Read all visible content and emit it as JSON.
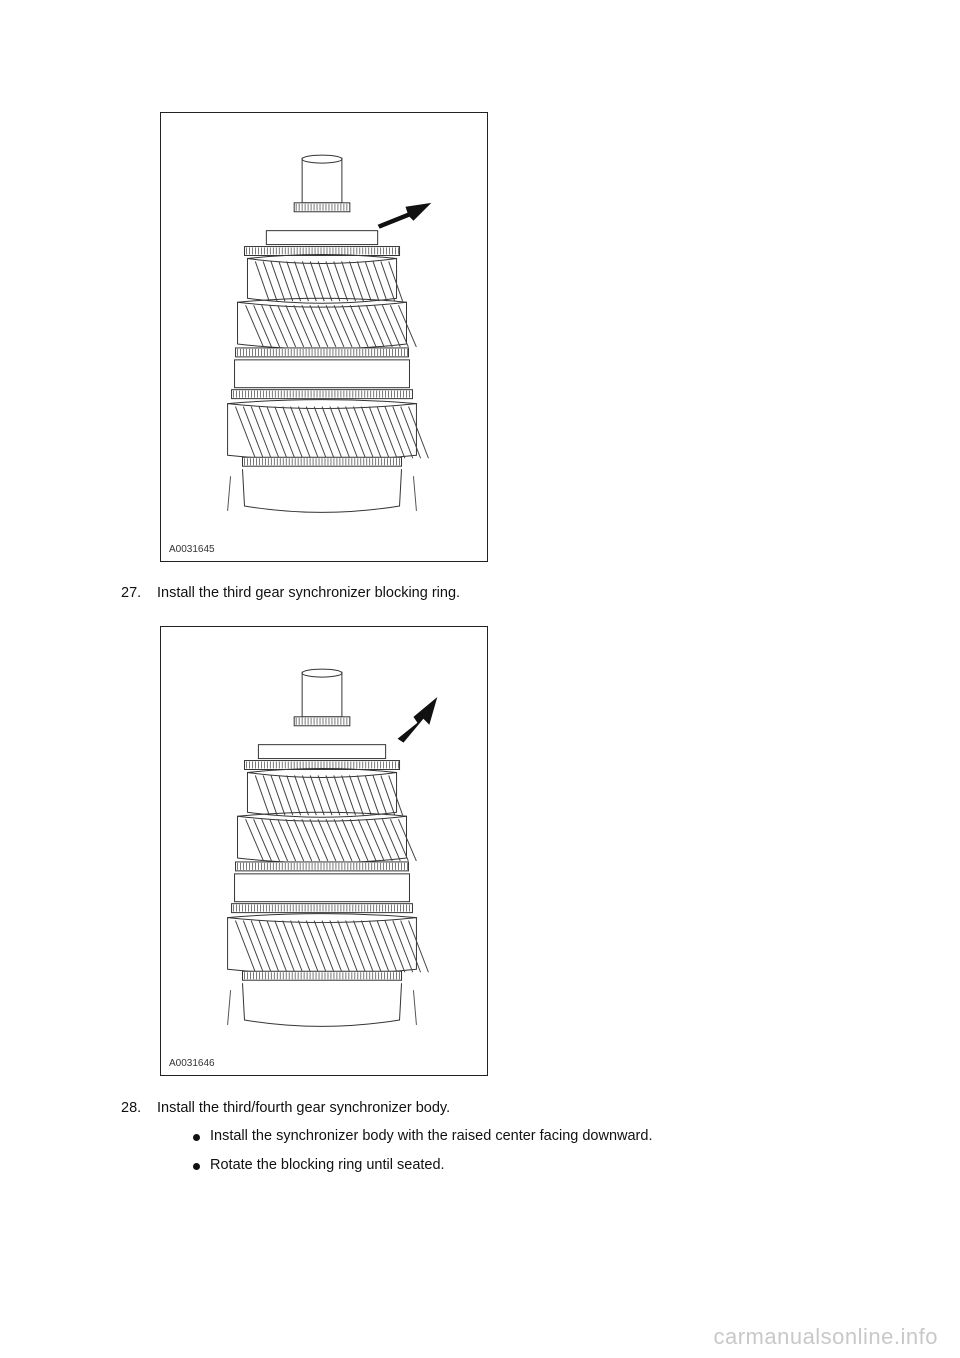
{
  "figures": [
    {
      "id": "A0031645"
    },
    {
      "id": "A0031646"
    }
  ],
  "steps": [
    {
      "number": "27.",
      "text": "Install the third gear synchronizer blocking ring.",
      "bullets": []
    },
    {
      "number": "28.",
      "text": "Install the third/fourth gear synchronizer body.",
      "bullets": [
        "Install the synchronizer body with the raised center facing downward.",
        "Rotate the blocking ring until seated."
      ]
    }
  ],
  "watermark": "carmanualsonline.info"
}
